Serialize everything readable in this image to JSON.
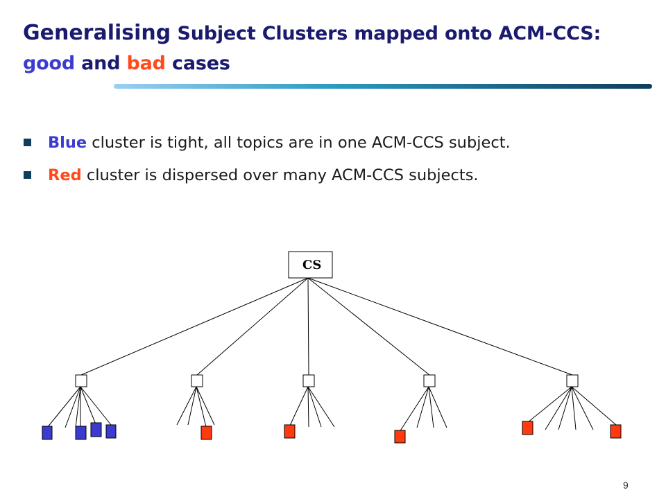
{
  "title": {
    "lead": "Generalising",
    "rest": "Subject Clusters mapped onto ACM-CCS:",
    "good": "good",
    "and": "and",
    "bad": "bad",
    "tail": "cases"
  },
  "bullets": [
    {
      "highlight": "Blue",
      "text": "cluster is tight, all topics are in one ACM-CCS subject.",
      "color": "#3b3bd0"
    },
    {
      "highlight": "Red",
      "text": "cluster is dispersed over many ACM-CCS subjects.",
      "color": "#ff4a1a"
    }
  ],
  "tree": {
    "root_label": "CS",
    "colors": {
      "blue": "#3b3bd0",
      "red": "#ff3a10",
      "line": "#000000"
    },
    "subjects": [
      {
        "leaves": [
          "blue",
          "none",
          "none",
          "blue",
          "blue",
          "blue"
        ]
      },
      {
        "leaves": [
          "none",
          "none",
          "none",
          "red"
        ]
      },
      {
        "leaves": [
          "red",
          "none",
          "none",
          "none"
        ]
      },
      {
        "leaves": [
          "red",
          "none",
          "none",
          "none"
        ]
      },
      {
        "leaves": [
          "red",
          "none",
          "none",
          "none",
          "none",
          "red"
        ]
      }
    ]
  },
  "page_number": "9"
}
